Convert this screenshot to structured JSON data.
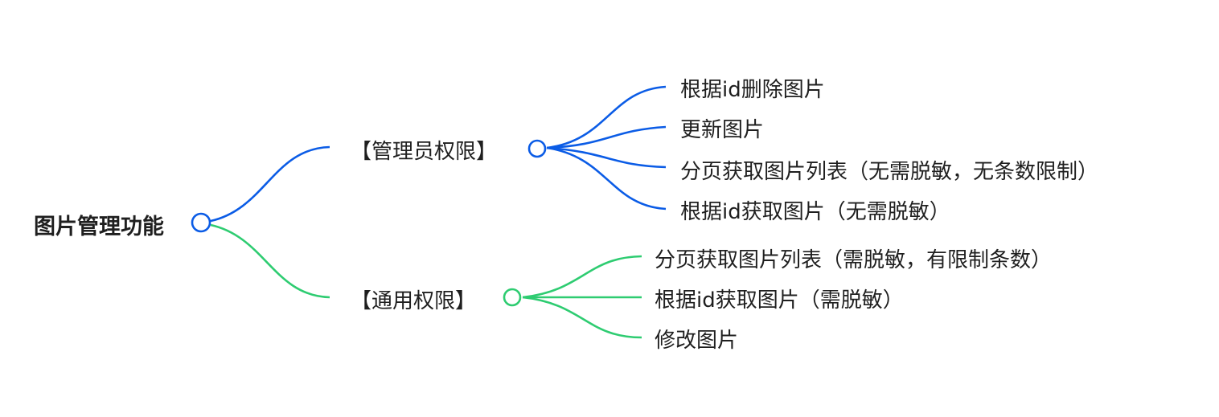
{
  "mindmap": {
    "root": {
      "label": "图片管理功能",
      "color": "#0b5ce6"
    },
    "branches": [
      {
        "label": "【管理员权限】",
        "color": "#0b5ce6",
        "children": [
          "根据id删除图片",
          "更新图片",
          "分页获取图片列表（无需脱敏，无条数限制）",
          "根据id获取图片（无需脱敏）"
        ]
      },
      {
        "label": "【通用权限】",
        "color": "#2ecc71",
        "children": [
          "分页获取图片列表（需脱敏，有限制条数）",
          "根据id获取图片（需脱敏）",
          "修改图片"
        ]
      }
    ]
  }
}
